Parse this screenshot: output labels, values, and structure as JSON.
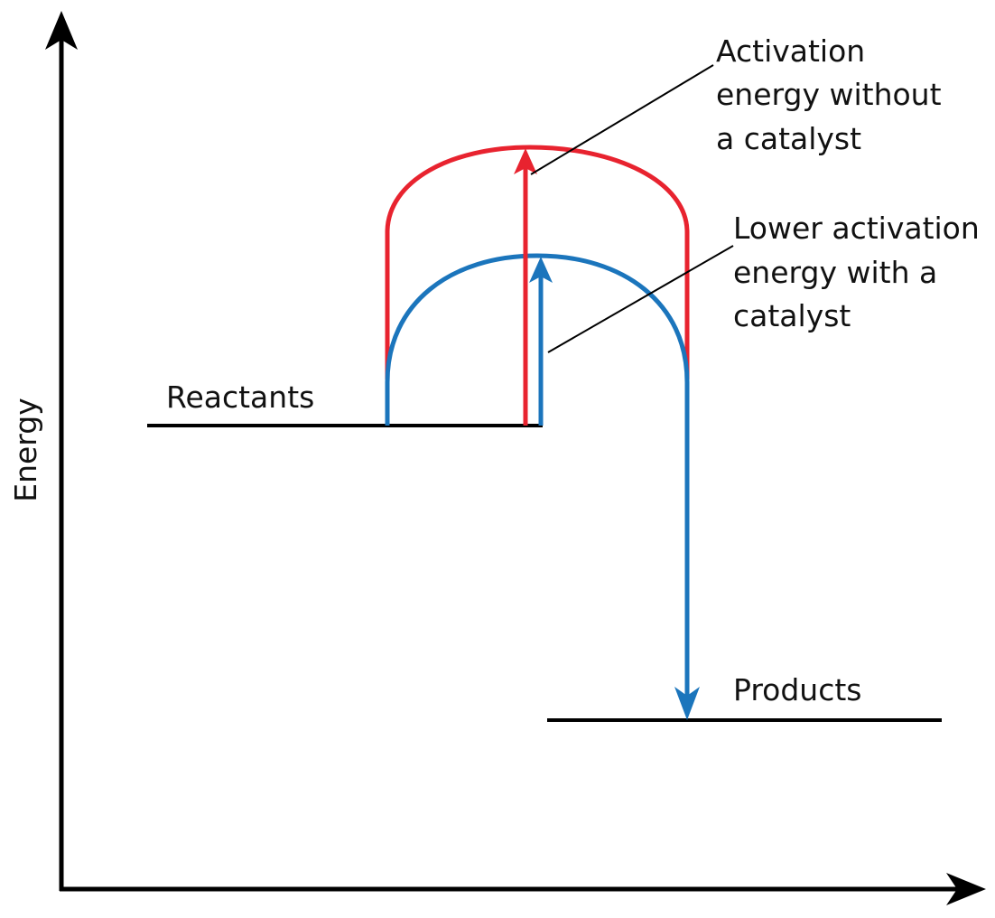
{
  "diagram": {
    "y_axis_label": "Energy",
    "reactants_label": "Reactants",
    "products_label": "Products",
    "annotation_uncatalyzed": [
      "Activation",
      "energy without",
      "a catalyst"
    ],
    "annotation_catalyzed": [
      "Lower activation",
      "energy with a",
      "catalyst"
    ],
    "colors": {
      "uncatalyzed": "#e8232f",
      "catalyzed": "#1b75bc",
      "axes": "#000000"
    }
  }
}
